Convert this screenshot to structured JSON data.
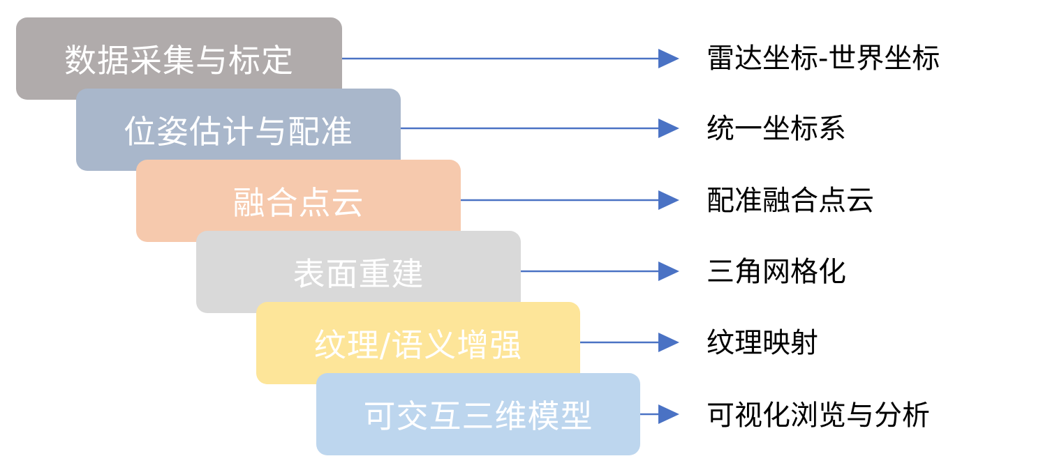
{
  "colors": {
    "arrow": "#4a72c4",
    "text_on_box": "#ffffff",
    "output_text": "#000000"
  },
  "steps": [
    {
      "label": "数据采集与标定",
      "output": "雷达坐标-世界坐标",
      "color": "#b0abab"
    },
    {
      "label": "位姿估计与配准",
      "output": "统一坐标系",
      "color": "#a9b7cb"
    },
    {
      "label": "融合点云",
      "output": "配准融合点云",
      "color": "#f6c9ad"
    },
    {
      "label": "表面重建",
      "output": "三角网格化",
      "color": "#d9d9d9"
    },
    {
      "label": "纹理/语义增强",
      "output": "纹理映射",
      "color": "#fde599"
    },
    {
      "label": "可交互三维模型",
      "output": "可视化浏览与分析",
      "color": "#bdd6ee"
    }
  ]
}
